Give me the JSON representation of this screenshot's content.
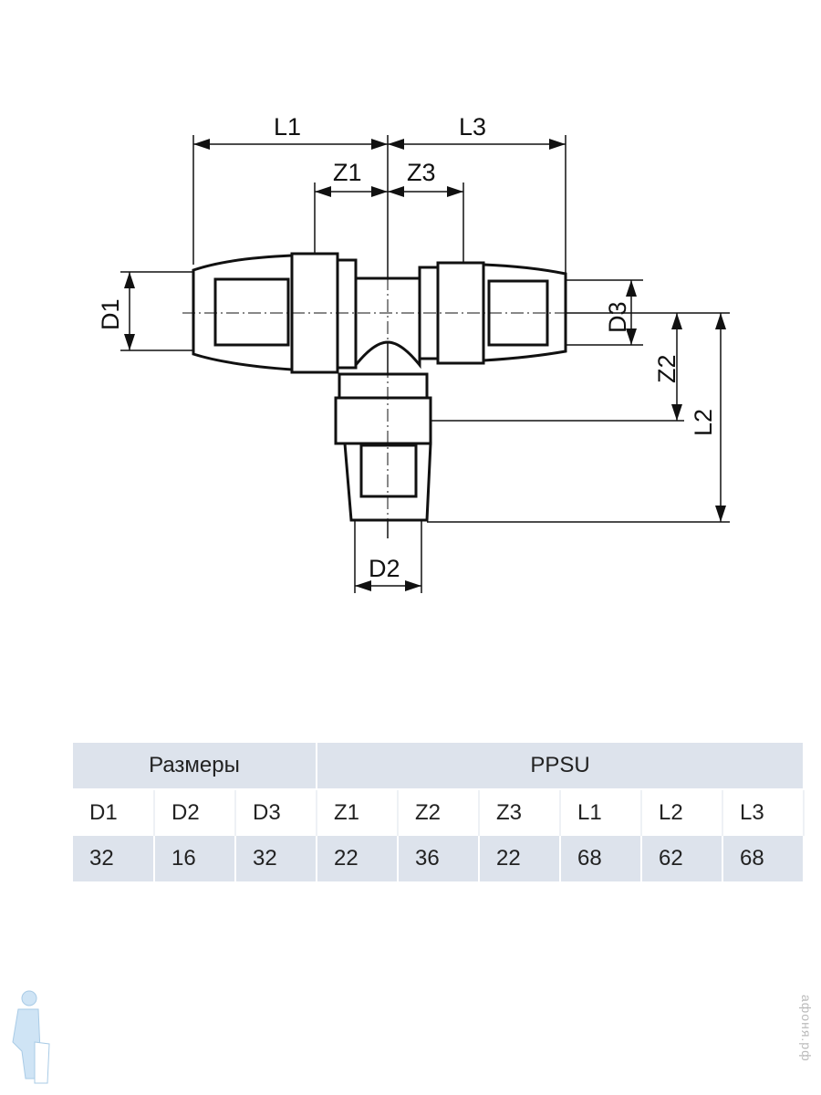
{
  "drawing": {
    "labels": {
      "L1": "L1",
      "L3": "L3",
      "Z1": "Z1",
      "Z3": "Z3",
      "D1": "D1",
      "D3": "D3",
      "Z2": "Z2",
      "L2": "L2",
      "D2": "D2"
    }
  },
  "table": {
    "header": {
      "sizes": "Размеры",
      "material": "PPSU"
    },
    "columns": [
      "D1",
      "D2",
      "D3",
      "Z1",
      "Z2",
      "Z3",
      "L1",
      "L2",
      "L3"
    ],
    "values": [
      "32",
      "16",
      "32",
      "22",
      "36",
      "22",
      "68",
      "62",
      "68"
    ]
  },
  "watermark": "афоня.рф"
}
